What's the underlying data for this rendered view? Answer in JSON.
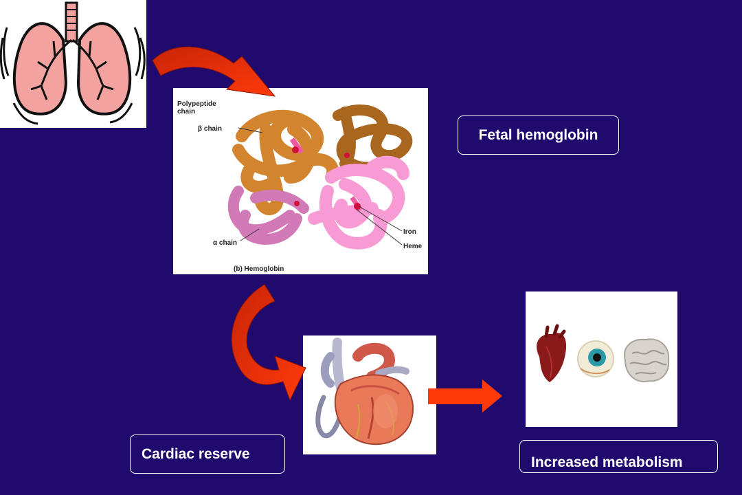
{
  "hemoglobin": {
    "polypeptide_label": "Polypeptide",
    "polypeptide_label_2": "chain",
    "beta_label": "β chain",
    "alpha_label": "α chain",
    "iron_label": "Iron",
    "heme_label": "Heme",
    "caption": "(b) Hemoglobin"
  },
  "labels": {
    "fetal_hemoglobin": "Fetal hemoglobin",
    "cardiac_reserve": "Cardiac reserve",
    "increased_metabolism": "Increased metabolism"
  },
  "colors": {
    "background": "#200a6e",
    "arrow": "#e8300a",
    "beta_chain": "#c8782c",
    "alpha_chain": "#f07ec8"
  },
  "icons": [
    "lungs-icon",
    "heart-icon",
    "organs-icon"
  ]
}
